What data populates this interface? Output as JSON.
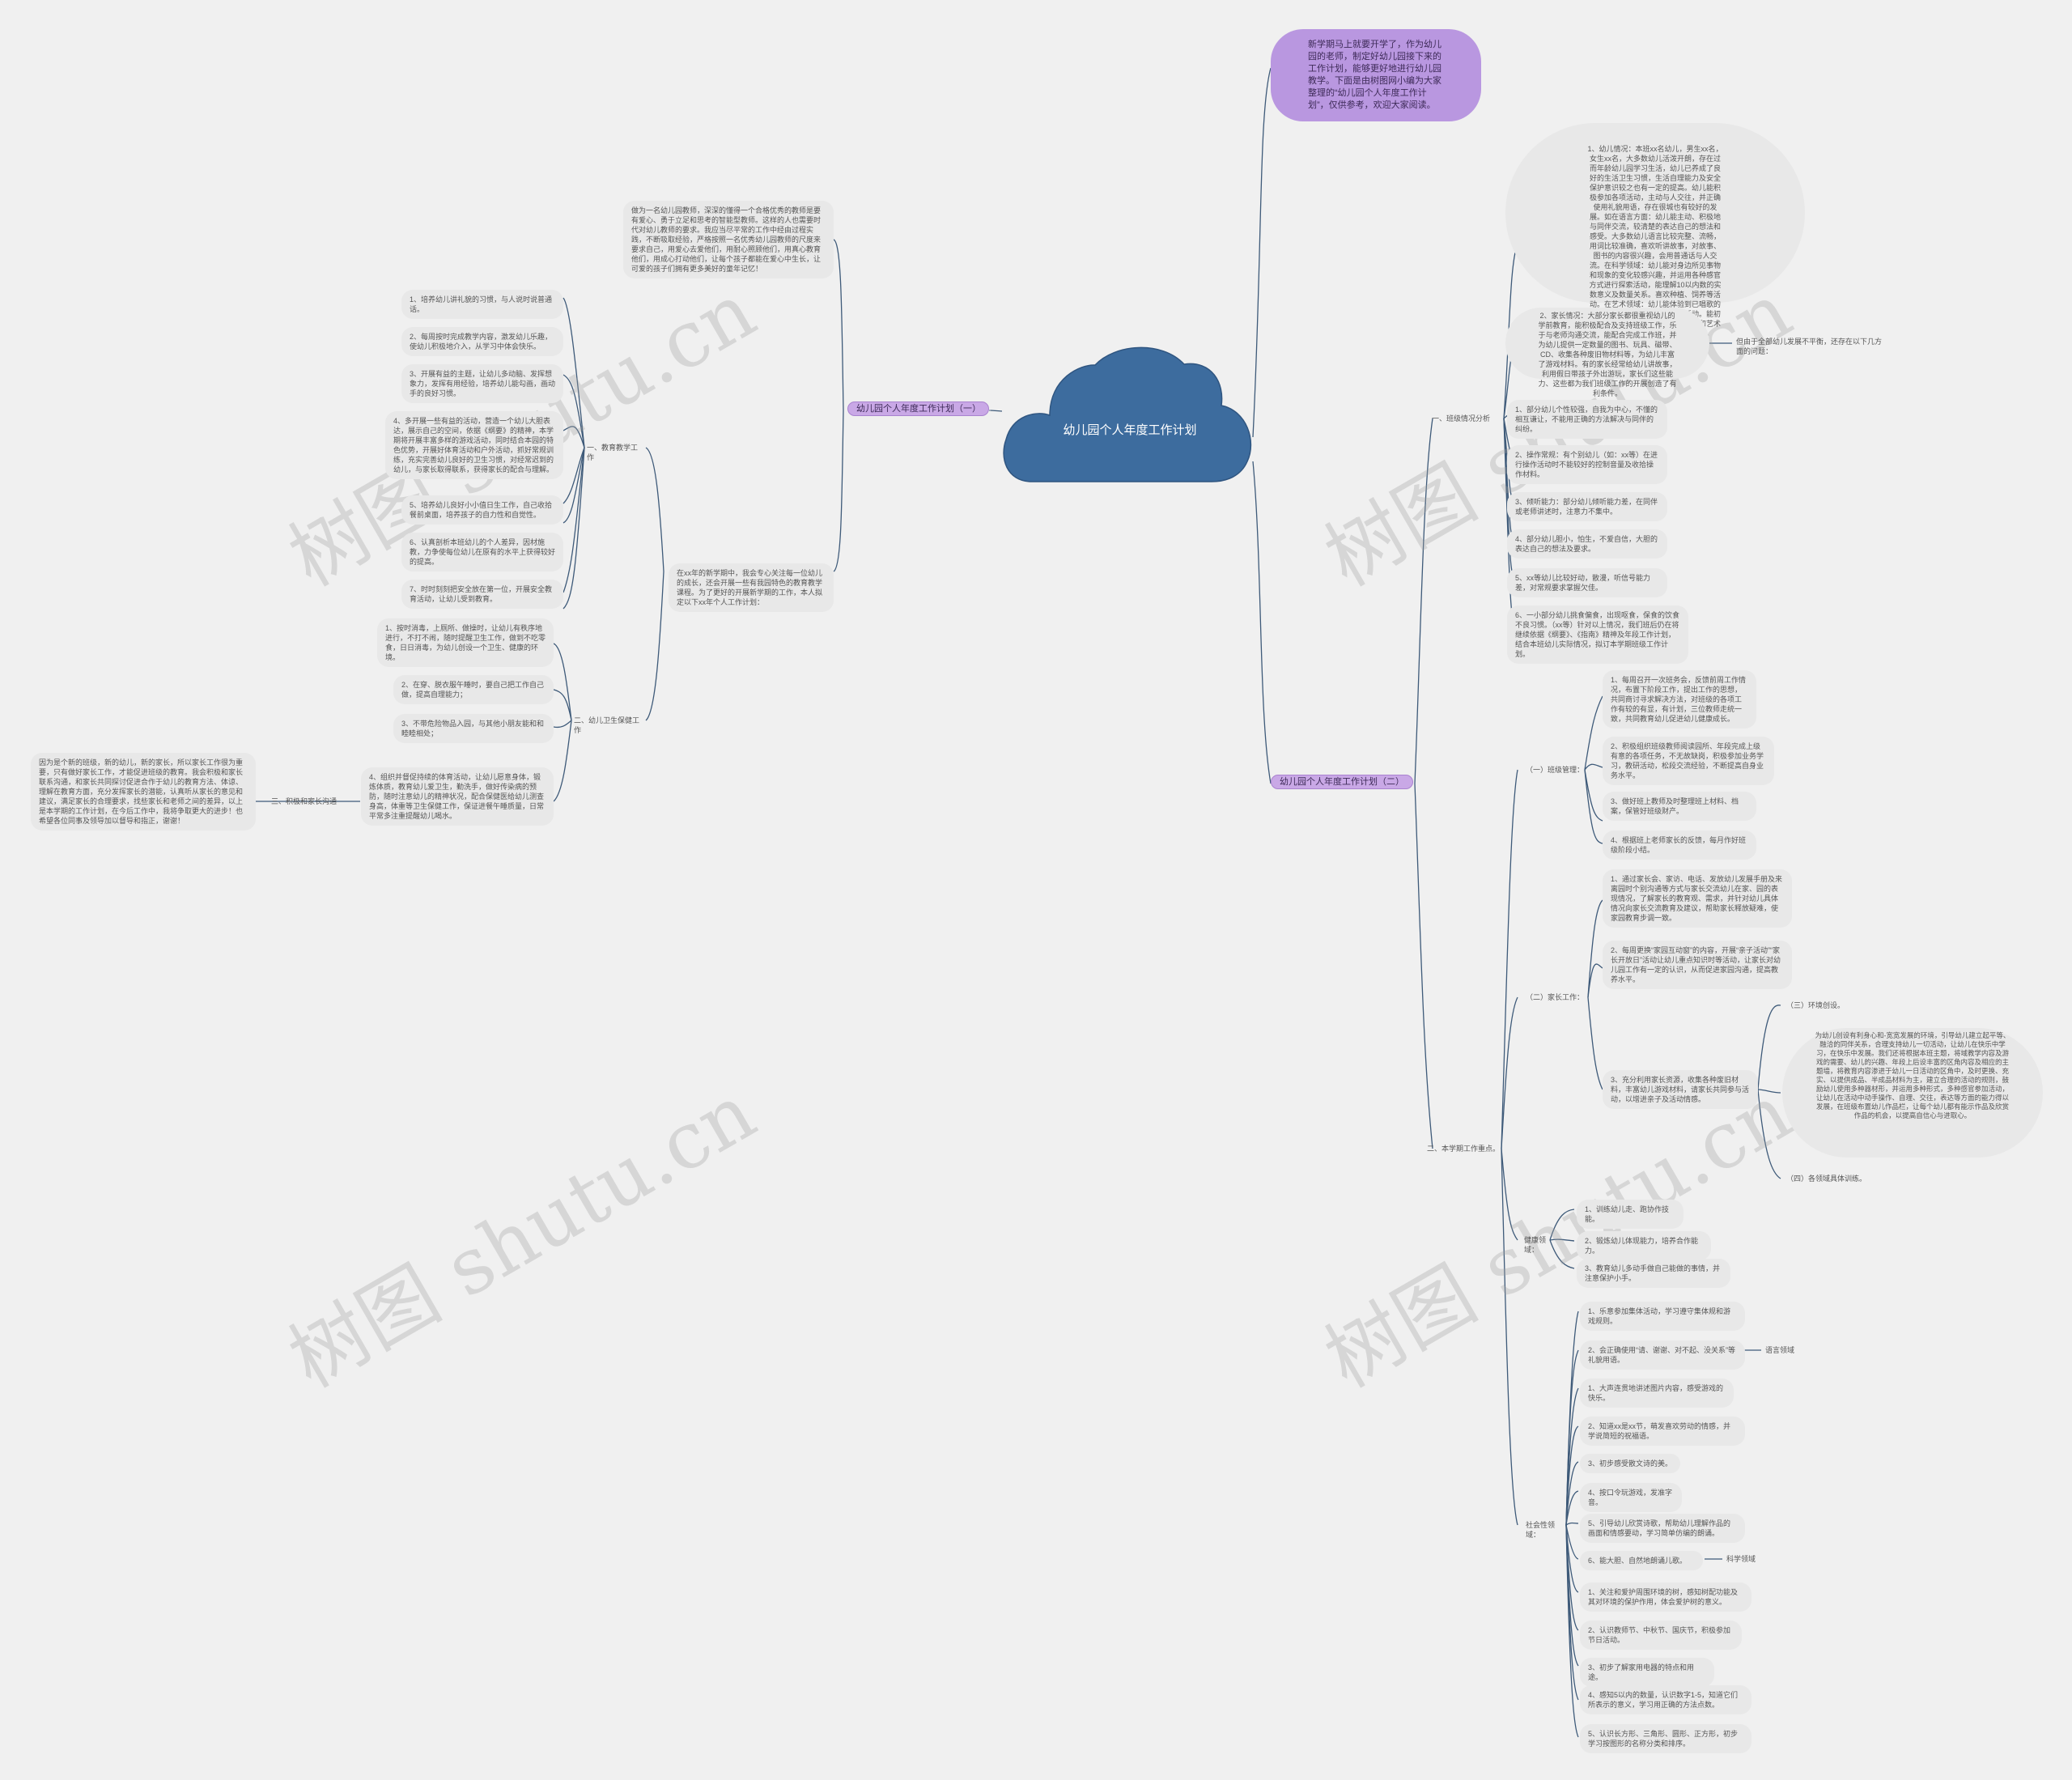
{
  "diagram": {
    "root": "幼儿园个人年度工作计划",
    "intro": "新学期马上就要开学了，作为幼儿园的老师，制定好幼儿园接下来的工作计划，能够更好地进行幼儿园教学。下面是由树图网小编为大家整理的“幼儿园个人年度工作计划”，仅供参考，欢迎大家阅读。",
    "left": {
      "branch": "幼儿园个人年度工作计划（一）",
      "intro_text": "做为一名幼儿园教师，深深的懂得一个合格优秀的教师是要有爱心、勇于立足和思考的智能型教师。这样的人也需要时代对幼儿教师的要求。我应当尽平常的工作中经由过程实践，不断吸取经验，严格按照一名优秀幼儿园教师的尺度来要求自己，用爱心去爱他们，用耐心照顾他们，用真心教育他们，用成心打动他们，让每个孩子都能在爱心中生长，让可爱的孩子们拥有更多美好的童年记忆！",
      "plan_text": "在xx年的新学期中，我会专心关注每一位幼儿的成长，还会开展一些有我园特色的教育教学课程。为了更好的开展新学期的工作，本人拟定以下xx年个人工作计划：",
      "sections": [
        {
          "label": "一、教育教学工作",
          "items": [
            "1、培养幼儿讲礼貌的习惯，与人说时说普通话。",
            "2、每周按时完成教学内容，激发幼儿乐趣，使幼儿积极地介入，从学习中体会快乐。",
            "3、开展有益的主题，让幼儿多动脑、发挥想象力，发挥有用经验，培养幼儿能勾画，画动手的良好习惯。",
            "4、多开展一些有益的活动，营造一个幼儿大胆表达，展示自己的空间，依据《纲要》的精神，本学期将开展丰富多样的游戏活动，同时结合本园的特色优势，开展好体育活动和户外活动，抓好常规训练，充实完善幼儿良好的卫生习惯，对经常迟到的幼儿，与家长取得联系，获得家长的配合与理解。",
            "5、培养幼儿良好小小值日生工作，自己收拾餐前桌面，培养孩子的自力性和自觉性。",
            "6、认真剖析本班幼儿的个人差异，因材施教，力争使每位幼儿在原有的水平上获得较好的提高。",
            "7、时时刻刻把安全放在第一位，开展安全教育活动，让幼儿受到教育。"
          ]
        },
        {
          "label": "二、幼儿卫生保健工作",
          "items": [
            "1、按时消毒，上厕所、做操时，让幼儿有秩序地进行，不打不闹，随时提醒卫生工作，做到不吃零食，日日消毒，为幼儿创设一个卫生、健康的环境。",
            "2、在穿、脱衣服午睡时，要自己把工作自己做，提高自理能力；",
            "3、不带危险物品入园，与其他小朋友能和和睦睦相处；",
            "4、组织并督促持续的体育活动，让幼儿愿意身体，锻炼体质，教育幼儿爱卫生，勤洗手，做好传染病的预防，随时注意幼儿的精神状况，配合保健医给幼儿测查身高，体重等卫生保健工作，保证进餐午睡质量，日常平常多注重提醒幼儿喝水。"
          ]
        },
        {
          "label": "三、积极和家长沟通",
          "text": "因为是个新的班级，新的幼儿，新的家长，所以家长工作很为重要，只有做好家长工作，才能促进班级的教育。我会积极和家长联系沟通，和家长共同探讨促进合作于幼儿的教育方法、体谅、理解在教育方面，充分发挥家长的潜能，认真听从家长的意见和建议，满足家长的合理要求，找些家长和老师之间的差异，以上是本学期的工作计划，在今后工作中，我将争取更大的进步！也希望各位同事及领导加以督导和指正，谢谢！"
        }
      ]
    },
    "right": {
      "branch": "幼儿园个人年度工作计划（二）",
      "section1": {
        "label": "一、班级情况分析",
        "items": [
          "1、幼儿情况：本班xx名幼儿，男生xx名，女生xx名，大多数幼儿活泼开朗，存在过而年龄幼儿园学习生活，幼儿已养成了良好的生活卫生习惯，生活自理能力及安全保护意识较之也有一定的提高。幼儿能积极参加各项活动，主动与人交往，并正确使用礼貌用语，存在很城也有较好的发展。如在语言方面：幼儿能主动、积极地与同伴交流，较清楚的表达自己的想法和感受。大多数幼儿语言比较完整、流畅，用词比较准确，喜欢听讲故事，对故事、图书的内容很兴趣，会用普通话与人交流。在科学领域：幼儿能对身边所见事物和现象的变化较感兴趣，并运用各种感官方式进行探索活动，能理解10以内数的实数意义及数量关系。喜欢种植、饲养等活动。在艺术领域：幼儿能体验到已唱歌的方式进行表现个性的艺术表现活动。能初步感受周围生活中美好的人、事物和艺术的美，并能大胆地作同伴面前表演。",
          "2、家长情况：大部分家长都很重视幼儿的学前教育，能积极配合及支持班级工作，乐于与老师沟通交流，能配合完成工作班，并为幼儿提供一定数量的图书、玩具、磁带、CD、收集各种废旧物材料等，为幼儿丰富了游戏材料。有的家长经常给幼儿讲故事，利用假日带孩子外出游玩，家长们这些能力、这些都为我们班级工作的开展创造了有利条件。",
          "1、部分幼儿个性较强，自我为中心，不懂的相互谦让，不能用正确的方法解决与同伴的纠纷。",
          "2、操作常规：有个别幼儿（如：xx等）在进行操作活动时不能较好的控制音量及收拾操作材料。",
          "3、倾听能力：部分幼儿倾听能力差，在同伴或老师讲述时，注意力不集中。",
          "4、部分幼儿胆小，怕生，不爱自信，大胆的表达自己的想法及要求。",
          "5、xx等幼儿比较好动，散漫，听信号能力差，对常规要求掌握欠佳。",
          "6、一小部分幼儿挑食偏食，出现呕食，保食的饮食不良习惯。（xx等）针对以上情况，我们班后仍在将继续依据《纲要》、《指南》精神及年段工作计划，结合本班幼儿实际情况，拟订本学期班级工作计划。"
        ],
        "note": "但由于全部幼儿发展不平衡，还存在以下几方面的问题："
      },
      "section2": {
        "label": "二、本学期工作重点。",
        "class_mgmt": {
          "label": "（一）班级管理：",
          "items": [
            "1、每周召开一次班务会，反馈前周工作情况，布置下阶段工作，提出工作的思想，共同商讨寻求解决方法，对班级的各项工作有较的有显，有计划，三位教师走统一致，共同教育幼儿促进幼儿健康成长。",
            "2、积极组织班级教师阅读园所、年段完成上级有意的各项任务，不无故缺岗，积极参加业务学习，教研活动，松段交流经验，不断提高自身业务水平。",
            "3、做好班上教师及时整理班上材料、档案，保管好班级财产。",
            "4、根据班上老师家长的反馈，每月作好班级阶段小结。"
          ]
        },
        "parents": {
          "label": "（二）家长工作：",
          "items": [
            "1、通过家长会、家访、电话、发放幼儿发展手册及来离园时个别沟通等方式与家长交流幼儿在家、园的表现情况，了解家长的教育观、需求，并针对幼儿具体情况向家长交流教育及建议，帮助家长释放疑难，使家园教育步调一致。",
            "2、每周更换“家园互动窗”的内容，开展“亲子活动”“家长开放日”活动让幼儿重点知识时等活动，让家长对幼儿园工作有一定的认识，从而促进家园沟通，提高教养水平。",
            "3、充分利用家长资源，收集各种废旧材料，丰富幼儿游戏材料，请家长共同参与活动，以增进亲子及活动情感。"
          ],
          "env_label": "（三）环境创设。",
          "env_text": "为幼儿创设有利身心和-宽宽发展的环境，引导幼儿建立起平等、融洽的同伴关系，合理支持幼儿一切活动，让幼儿在快乐中学习，在快乐中发展。我们还将根据本班主题，将域教学内容及游戏的需要、幼儿的兴趣、年段上后设丰富的区角内容及相应的主题墙，将教育内容渗进于幼儿一日活动的区角中，及时更换、充实、以提供成品、半成品材料为主，建立合理的活动的规则，鼓励幼儿使用多种器材形，并运用多种形式，多种感官参加活动，让幼儿在活动中动手操作、自理、交往，表达等方面的能力得以发展，在班级布置幼儿作品栏，让每个幼儿都有能示作品及欣赏作品的机会，以提高自信心与进取心。",
          "areas_label": "（四）各领域具体训练。"
        },
        "health": {
          "label": "健康领域：",
          "items": [
            "1、训练幼儿走、跑协作技能。",
            "2、锻炼幼儿体现能力，培养合作能力。",
            "3、教育幼儿多动手做自己能做的事情，并注意保护小手。"
          ]
        },
        "social": {
          "label": "社会性领域：",
          "items": [
            "1、乐意参加集体活动，学习遵守集体规和游戏规则。",
            "2、会正确使用“请、谢谢、对不起、没关系”等礼貌用语。",
            "1、大声连贯地讲述图片内容，感受游戏的快乐。",
            "2、知道xx是xx节，萌发喜欢劳动的情感，并学说简短的祝福语。",
            "3、初步感受散文诗的美。",
            "4、按口令玩游戏，发准字音。",
            "5、引导幼儿欣赏诗歌，帮助幼儿理解作品的画面和情感要动，学习简单仿编的朗诵。",
            "6、能大胆、自然地朗诵儿歌。",
            "1、关注和爱护周围环境的树，感知树配功能及其对环境的保护作用，体会爱护树的意义。",
            "2、认识教师节、中秋节、国庆节，积极参加节日活动。",
            "3、初步了解家用电器的特点和用途。",
            "4、感知5以内的数量，认识数字1-5，知道它们所表示的意义，学习用正确的方法点数。",
            "5、认识长方形、三角形、圆形、正方形，初步学习按图形的名称分类和排序。"
          ],
          "lang_label": "语言领域",
          "sci_label": "科学领域"
        }
      }
    },
    "watermark": "树图 shutu.cn",
    "colors": {
      "background": "#f0f0f0",
      "root": "#3d6c9e",
      "branch": "#c9a8e6",
      "intro": "#b997e0",
      "line": "#3e5a79",
      "leaf": "#e8e8e8"
    }
  }
}
